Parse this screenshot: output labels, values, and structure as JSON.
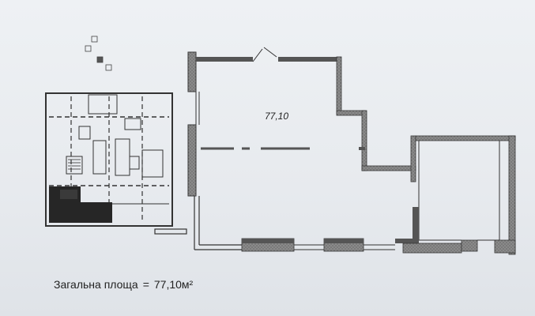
{
  "plan": {
    "room_area_label": "77,10"
  },
  "summary": {
    "total_area_label": "Загальна площа",
    "equals_sign": "=",
    "total_area_value": "77,10м²"
  },
  "icons": {
    "compass": "north-arrow-icon"
  },
  "colors": {
    "wall_fill": "#5b5b5b",
    "wall_hatch": "#8a8a8a",
    "plan_line": "#333333",
    "highlight": "#2a2a2a",
    "background": "#e9ecef"
  }
}
